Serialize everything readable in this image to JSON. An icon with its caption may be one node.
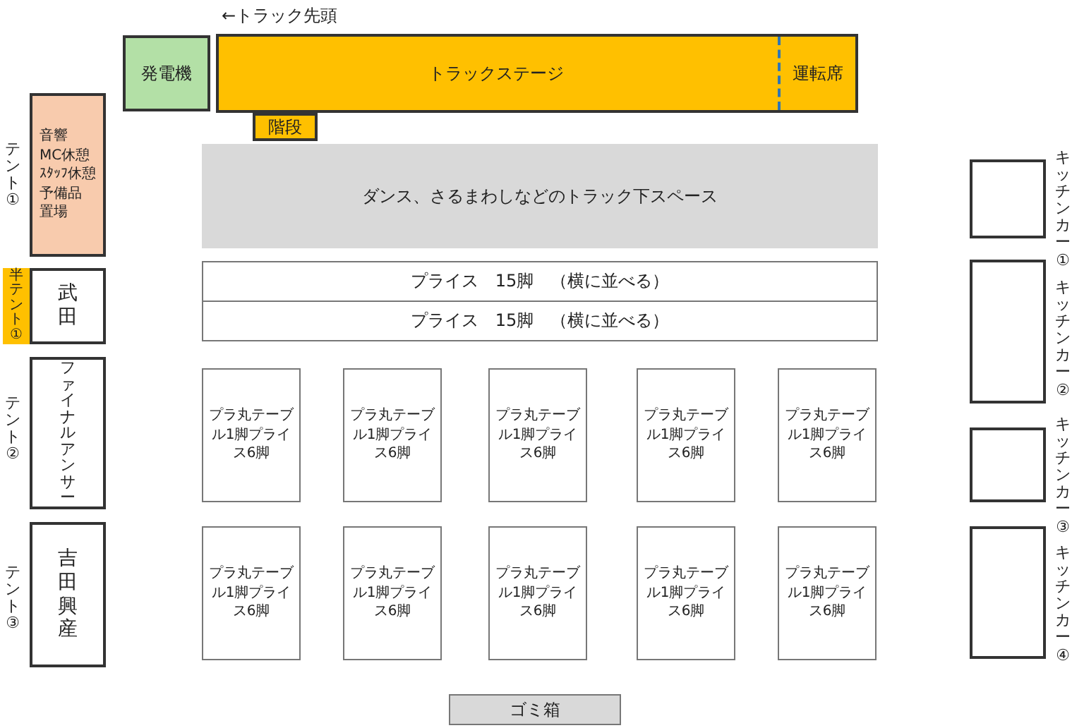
{
  "diagram": {
    "nodes": [
      {
        "text": [
          "発電機"
        ]
      },
      {
        "text": [
          "トラックステージ"
        ]
      },
      {
        "text": [
          "運転席"
        ],
        "in": 1
      },
      {
        "text": [
          "階段"
        ]
      },
      {
        "text": [
          "音響",
          "MC休憩",
          "ｽﾀｯﾌ休憩",
          "予備品",
          "置場"
        ],
        "beside": [
          "テント①"
        ]
      },
      {
        "text": [
          "ダンス、さるまわしなどのトラック下スペース"
        ]
      },
      {
        "text": [
          "プライス　15脚　（横に並べる）"
        ]
      },
      {
        "text": [
          "プライス　15脚　（横に並べる）"
        ]
      },
      {
        "text": [
          "半テント①"
        ]
      },
      {
        "text": [
          "武田"
        ]
      },
      {
        "text": [
          "ファイナルアンサー"
        ],
        "beside": [
          "テント②"
        ]
      },
      {
        "text": [
          "吉田興産"
        ],
        "beside": [
          "テント③"
        ]
      },
      {
        "text": [
          "プラ丸テーブル1脚プライス6脚"
        ]
      },
      {
        "text": [
          "プラ丸テーブル1脚プライス6脚"
        ]
      },
      {
        "text": [
          "プラ丸テーブル1脚プライス6脚"
        ]
      },
      {
        "text": [
          "プラ丸テーブル1脚プライス6脚"
        ]
      },
      {
        "text": [
          "プラ丸テーブル1脚プライス6脚"
        ]
      },
      {
        "text": [
          "プラ丸テーブル1脚プライス6脚"
        ]
      },
      {
        "text": [
          "プラ丸テーブル1脚プライス6脚"
        ]
      },
      {
        "text": [
          "プラ丸テーブル1脚プライス6脚"
        ]
      },
      {
        "text": [
          "プラ丸テーブル1脚プライス6脚"
        ]
      },
      {
        "text": [
          "プラ丸テーブル1脚プライス6脚"
        ]
      },
      {
        "text": [],
        "shape": "box",
        "beside": [
          "キッチンカー①"
        ]
      },
      {
        "text": [],
        "shape": "box",
        "beside": [
          "キッチンカー②"
        ]
      },
      {
        "text": [],
        "shape": "box",
        "beside": [
          "キッチンカー③"
        ]
      },
      {
        "text": [],
        "shape": "box",
        "beside": [
          "キッチンカー④"
        ]
      },
      {
        "text": [
          "ゴミ箱"
        ]
      }
    ],
    "labels": [
      "←トラック先頭"
    ]
  }
}
